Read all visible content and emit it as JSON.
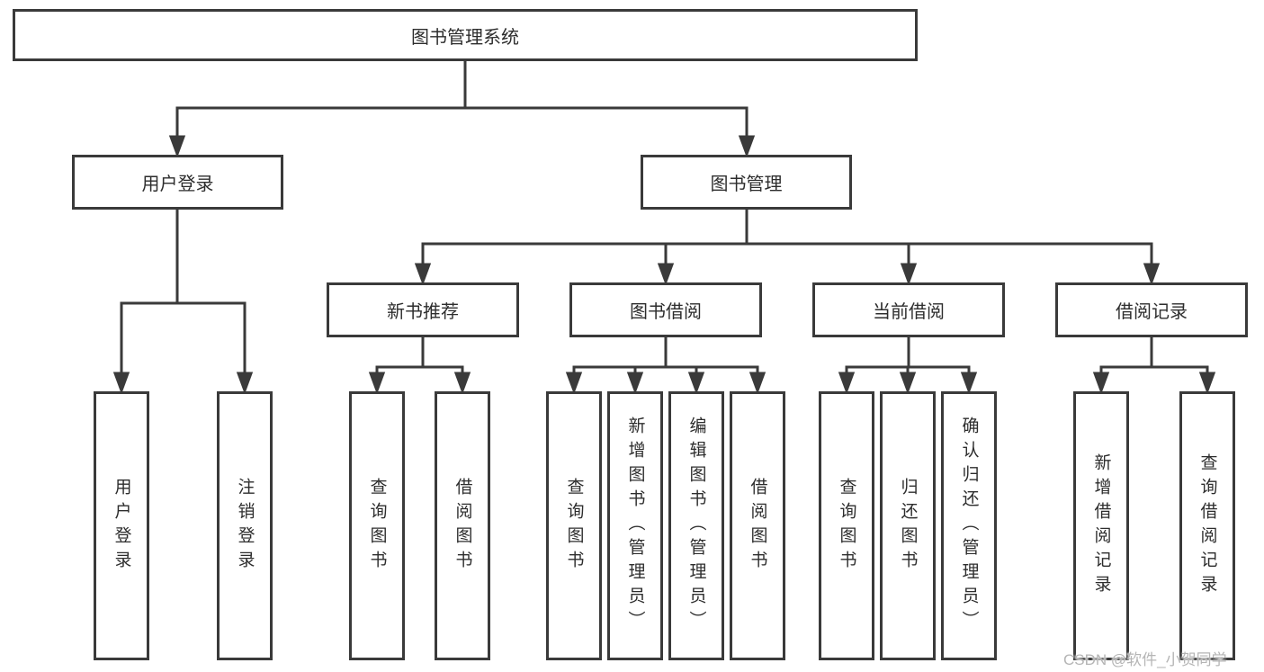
{
  "diagram": {
    "root": {
      "label": "图书管理系统"
    },
    "branches": [
      {
        "label": "用户登录",
        "leaves": [
          {
            "label": "用户登录"
          },
          {
            "label": "注销登录"
          }
        ]
      },
      {
        "label": "图书管理",
        "groups": [
          {
            "label": "新书推荐",
            "leaves": [
              {
                "label": "查询图书"
              },
              {
                "label": "借阅图书"
              }
            ]
          },
          {
            "label": "图书借阅",
            "leaves": [
              {
                "label": "查询图书"
              },
              {
                "label": "新增图书（管理员）"
              },
              {
                "label": "编辑图书（管理员）"
              },
              {
                "label": "借阅图书"
              }
            ]
          },
          {
            "label": "当前借阅",
            "leaves": [
              {
                "label": "查询图书"
              },
              {
                "label": "归还图书"
              },
              {
                "label": "确认归还（管理员）"
              }
            ]
          },
          {
            "label": "借阅记录",
            "leaves": [
              {
                "label": "新增借阅记录"
              },
              {
                "label": "查询借阅记录"
              }
            ]
          }
        ]
      }
    ]
  },
  "colors": {
    "line": "#3a3a3a",
    "text": "#2d2d2d",
    "watermark": "#b5b5b5",
    "background": "#ffffff"
  },
  "watermark": {
    "text": "CSDN @软件_小贺同学"
  }
}
